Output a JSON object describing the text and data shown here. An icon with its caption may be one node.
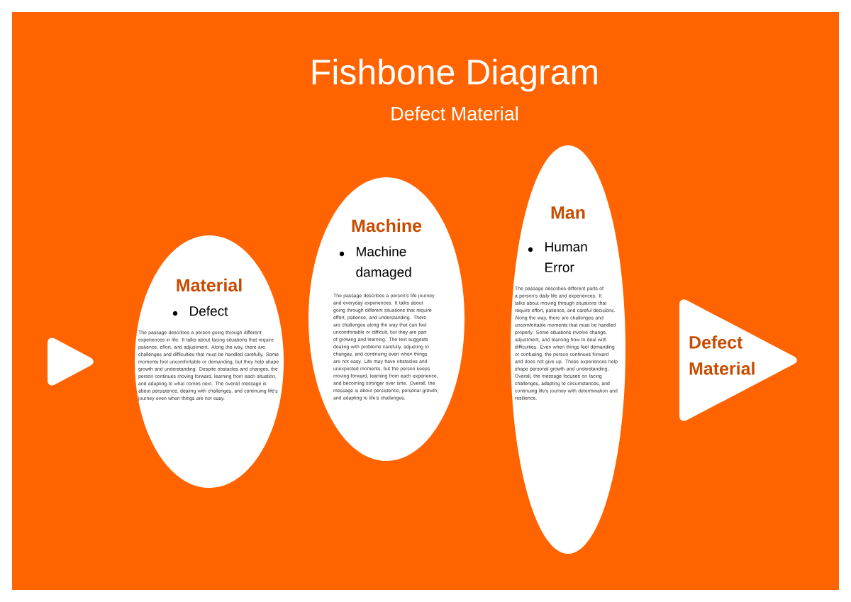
{
  "diagram": {
    "title": "Fishbone Diagram",
    "nodes": [
      {
        "text": [],
        "shape": "triangle"
      },
      {
        "text": [
          "Material",
          "Defect",
          "The passage describes a person going through different experiences in life. It talks about facing situations that require patience, effort, and adjustment. Along the way, there are challenges and difficulties that must be handled carefully. Some moments feel uncomfortable or demanding, but they help shape growth and understanding. Despite obstacles and changes, the person continues moving forward, learning from each situation, and adapting to what comes next. The overall message is about persistence, dealing with challenges, and continuing life’s journey even when things are not easy."
        ]
      },
      {
        "text": [
          "Machine",
          "Machine damaged",
          "The passage describes a person’s life journey and everyday experiences. It talks about going through different situations that require effort, patience, and understanding. There are challenges along the way that can feel uncomfortable or difficult, but they are part of growing and learning. The text suggests dealing with problems carefully, adjusting to changes, and continuing even when things are not easy. Life may have obstacles and unexpected moments, but the person keeps moving forward, learning from each experience, and becoming stronger over time. Overall, the message is about persistence, personal growth, and adapting to life’s challenges."
        ]
      },
      {
        "text": [
          "Man",
          "Human Error",
          "The passage describes different parts of a person’s daily life and experiences. It talks about moving through situations that require effort, patience, and careful decisions. Along the way, there are challenges and uncomfortable moments that must be handled properly. Some situations involve change, adjustment, and learning how to deal with difficulties. Even when things feel demanding or confusing, the person continues forward and does not give up. These experiences help shape personal growth and understanding. Overall, the message focuses on facing challenges, adapting to circumstances, and continuing life’s journey with determination and resilience."
        ]
      },
      {
        "text": [
          "Defect Material"
        ]
      }
    ],
    "labels": [
      "Defect Material"
    ]
  }
}
